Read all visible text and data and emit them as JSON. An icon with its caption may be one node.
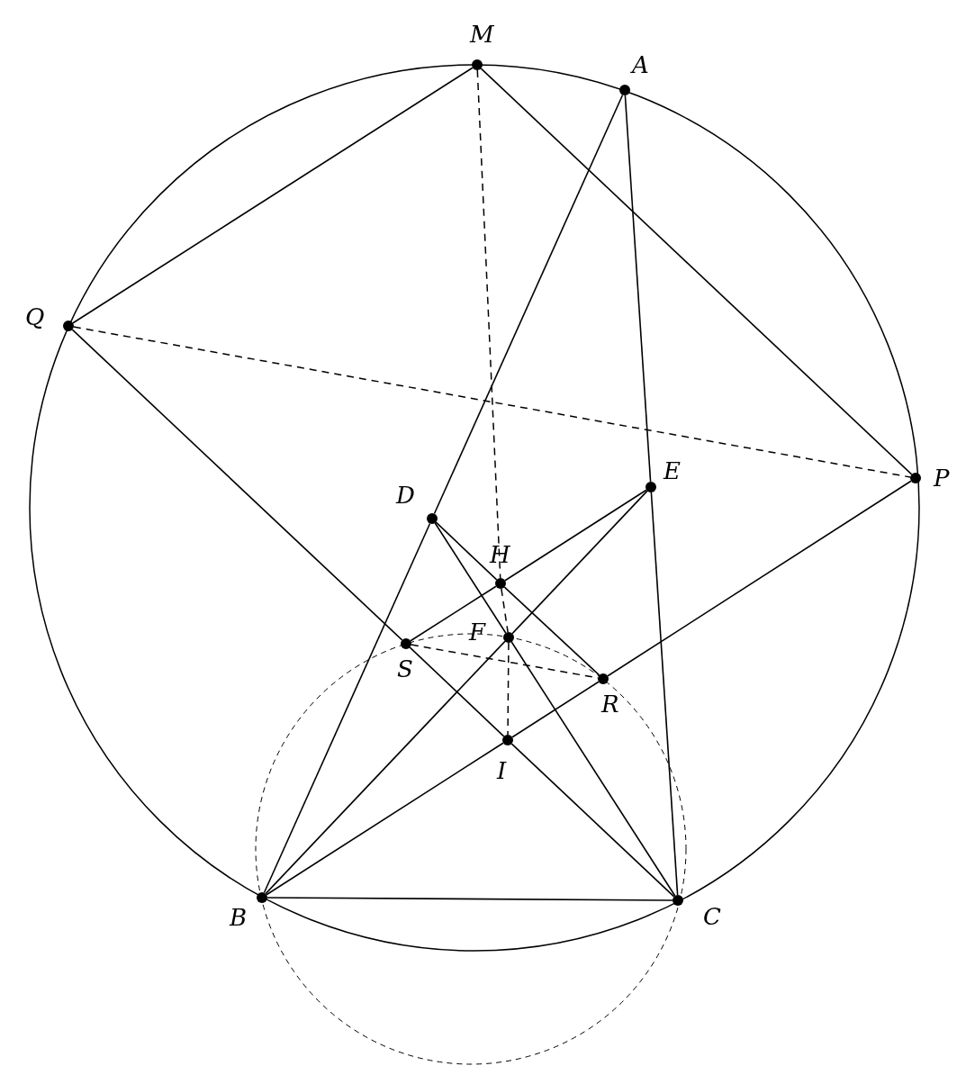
{
  "diagram": {
    "nodes": [
      {
        "text": [
          "M"
        ]
      },
      {
        "text": [
          "A"
        ]
      },
      {
        "text": [
          "Q"
        ]
      },
      {
        "text": [
          "P"
        ]
      },
      {
        "text": [
          "E"
        ]
      },
      {
        "text": [
          "D"
        ]
      },
      {
        "text": [
          "H"
        ]
      },
      {
        "text": [
          "F"
        ]
      },
      {
        "text": [
          "S"
        ]
      },
      {
        "text": [
          "R"
        ]
      },
      {
        "text": [
          "I"
        ]
      },
      {
        "text": [
          "B"
        ]
      },
      {
        "text": [
          "C"
        ]
      }
    ],
    "edges": [
      {
        "from": 0,
        "to": 2,
        "arrow": "none"
      },
      {
        "from": 0,
        "to": 3,
        "arrow": "none"
      },
      {
        "from": 2,
        "to": 8,
        "arrow": "none"
      },
      {
        "from": 8,
        "to": 10,
        "arrow": "none"
      },
      {
        "from": 10,
        "to": 12,
        "arrow": "none"
      },
      {
        "from": 1,
        "to": 5,
        "arrow": "none"
      },
      {
        "from": 5,
        "to": 11,
        "arrow": "none"
      },
      {
        "from": 1,
        "to": 4,
        "arrow": "none"
      },
      {
        "from": 4,
        "to": 12,
        "arrow": "none"
      },
      {
        "from": 5,
        "to": 6,
        "arrow": "none"
      },
      {
        "from": 6,
        "to": 9,
        "arrow": "none"
      },
      {
        "from": 5,
        "to": 7,
        "arrow": "none"
      },
      {
        "from": 7,
        "to": 12,
        "arrow": "none"
      },
      {
        "from": 8,
        "to": 6,
        "arrow": "none"
      },
      {
        "from": 6,
        "to": 4,
        "arrow": "none"
      },
      {
        "from": 11,
        "to": 7,
        "arrow": "none"
      },
      {
        "from": 7,
        "to": 4,
        "arrow": "none"
      },
      {
        "from": 11,
        "to": 10,
        "arrow": "none"
      },
      {
        "from": 10,
        "to": 9,
        "arrow": "none"
      },
      {
        "from": 9,
        "to": 3,
        "arrow": "none"
      },
      {
        "from": 11,
        "to": 12,
        "arrow": "none"
      },
      {
        "from": 2,
        "to": 3,
        "arrow": "none",
        "style": "dashed"
      },
      {
        "from": 8,
        "to": 9,
        "arrow": "none",
        "style": "dashed"
      },
      {
        "from": 0,
        "to": 6,
        "arrow": "none",
        "style": "dashed"
      },
      {
        "from": 6,
        "to": 7,
        "arrow": "none",
        "style": "dashed"
      },
      {
        "from": 7,
        "to": 10,
        "arrow": "none",
        "style": "dashed"
      }
    ]
  }
}
